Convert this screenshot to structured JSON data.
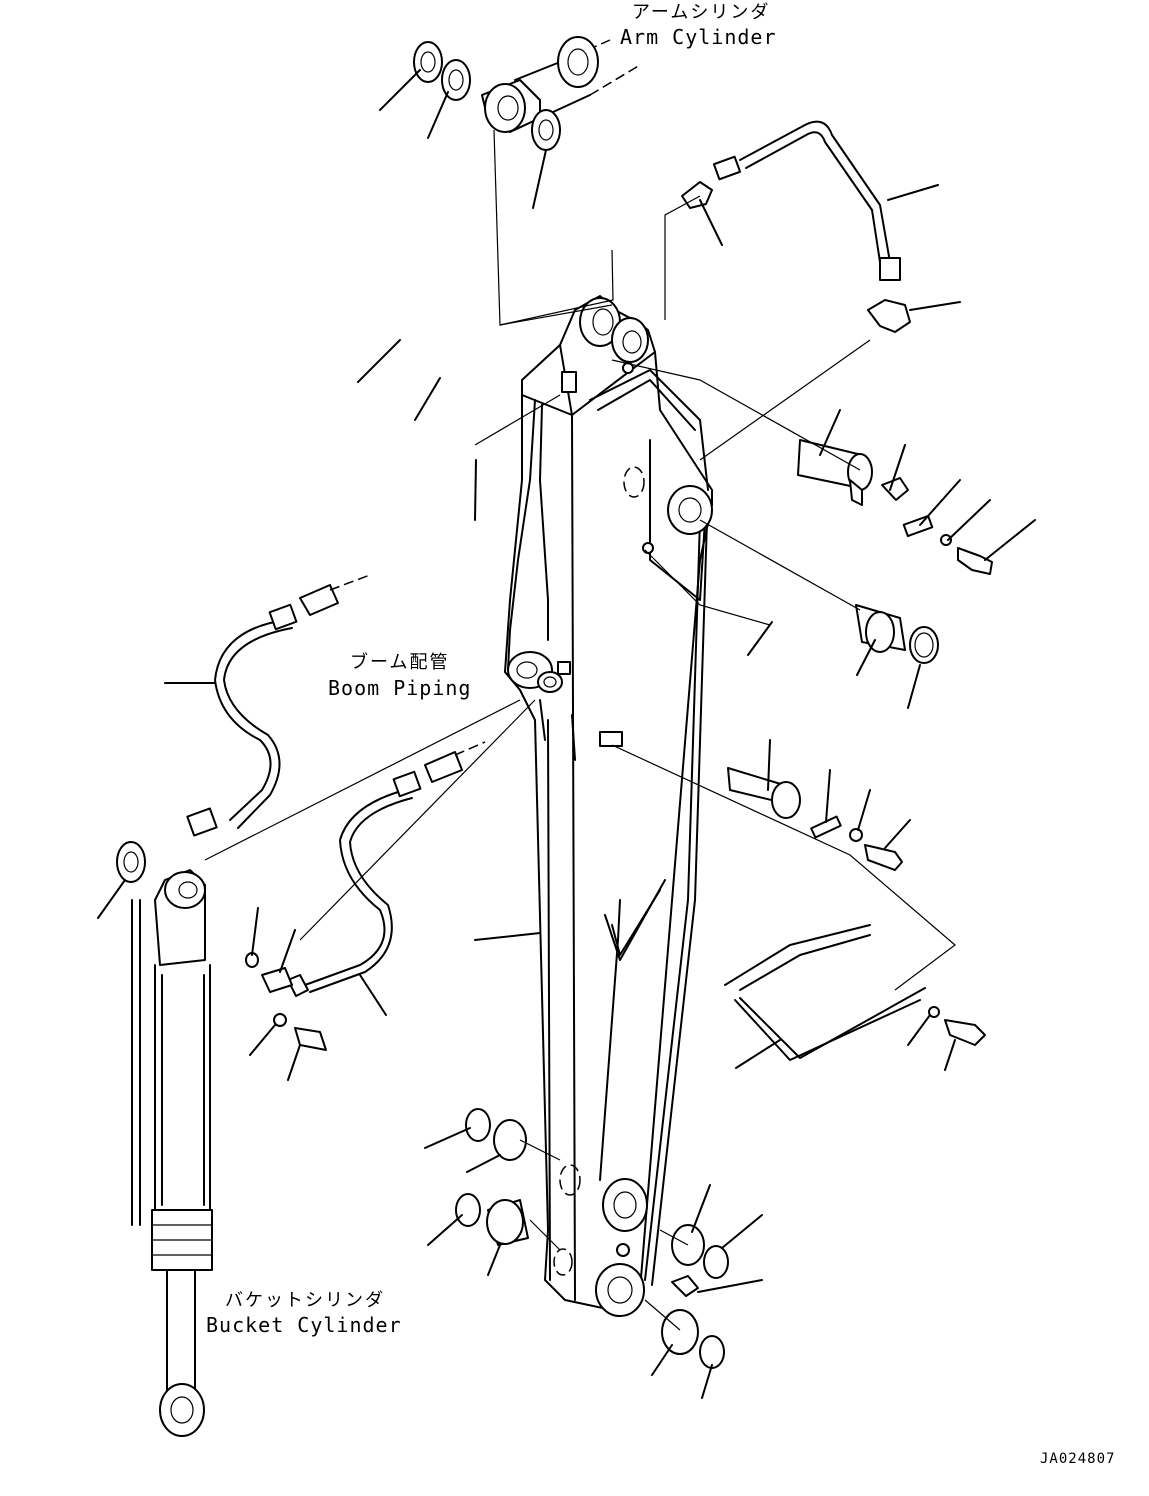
{
  "labels": {
    "arm_cylinder_jp": "アームシリンダ",
    "arm_cylinder_en": "Arm Cylinder",
    "boom_piping_jp": "ブーム配管",
    "boom_piping_en": "Boom Piping",
    "bucket_cylinder_jp": "バケットシリンダ",
    "bucket_cylinder_en": "Bucket Cylinder"
  },
  "drawing_code": "JA024807"
}
